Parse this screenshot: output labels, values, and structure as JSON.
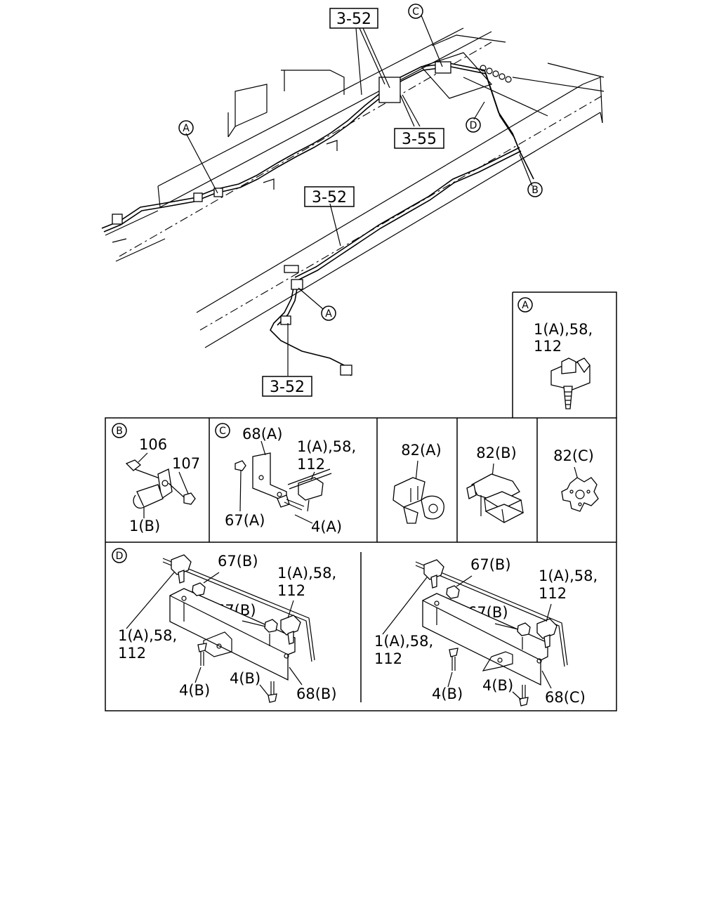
{
  "refs": {
    "r352_top": "3-52",
    "r355": "3-55",
    "r352_mid": "3-52",
    "r352_bot": "3-52"
  },
  "callouts": {
    "c_top": "C",
    "a_top": "A",
    "d_top": "D",
    "b_top": "B",
    "a_mid": "A"
  },
  "panel_a": {
    "tag": "A",
    "line1": "1(A),58,",
    "line2": "112"
  },
  "panel_b": {
    "tag": "B",
    "p106": "106",
    "p107": "107",
    "p1b": "1(B)"
  },
  "panel_c": {
    "tag": "C",
    "p68a": "68(A)",
    "line1": "1(A),58,",
    "line2": "112",
    "p67a": "67(A)",
    "p4a": "4(A)"
  },
  "panel_82a": {
    "label": "82(A)"
  },
  "panel_82b": {
    "label": "82(B)"
  },
  "panel_82c": {
    "label": "82(C)"
  },
  "panel_d": {
    "tag": "D",
    "left": {
      "p67b_1": "67(B)",
      "p67b_2": "67(B)",
      "rt_line1": "1(A),58,",
      "rt_line2": "112",
      "lf_line1": "1(A),58,",
      "lf_line2": "112",
      "p4b_1": "4(B)",
      "p4b_2": "4(B)",
      "p68": "68(B)"
    },
    "right": {
      "p67b_1": "67(B)",
      "p67b_2": "67(B)",
      "rt_line1": "1(A),58,",
      "rt_line2": "112",
      "lf_line1": "1(A),58,",
      "lf_line2": "112",
      "p4b_1": "4(B)",
      "p4b_2": "4(B)",
      "p68": "68(C)"
    }
  }
}
